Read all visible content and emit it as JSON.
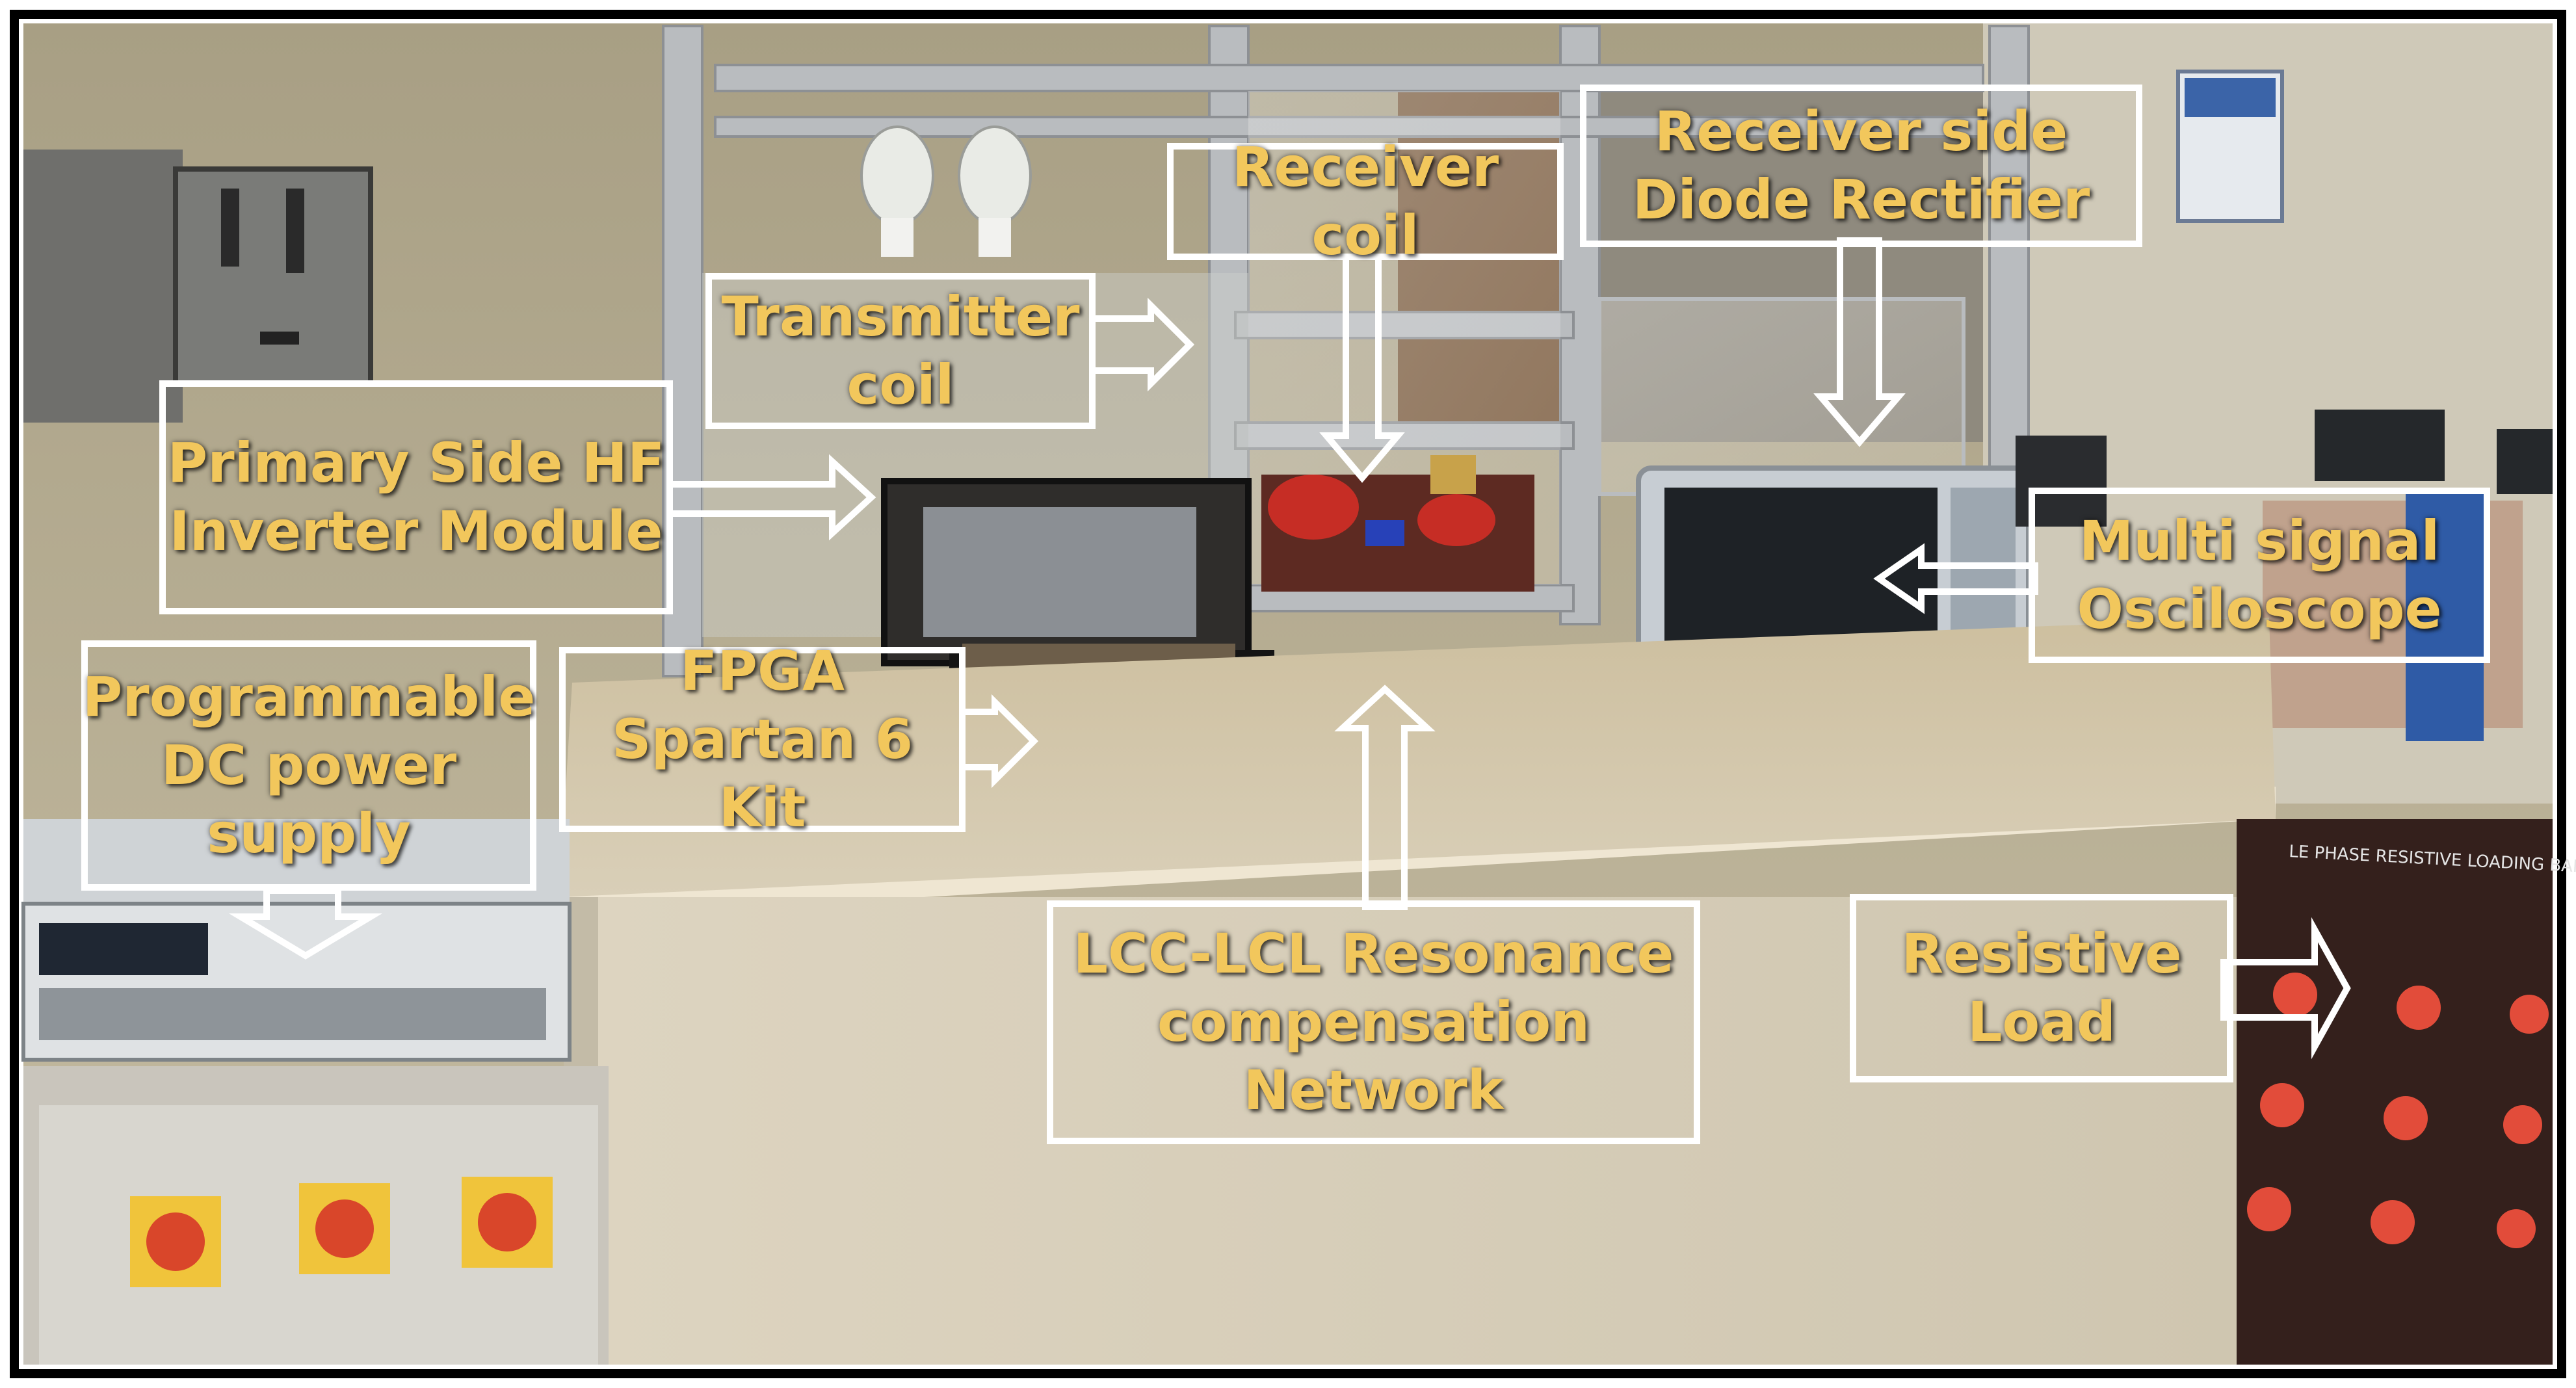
{
  "labels": {
    "transmitter_coil": "Transmitter\ncoil",
    "receiver_coil": "Receiver coil",
    "receiver_rectifier": "Receiver side\nDiode Rectifier",
    "primary_inverter": "Primary Side HF\nInverter Module",
    "multi_signal_osc": "Multi signal\nOsciloscope",
    "programmable_dc": "Programmable\nDC power\nsupply",
    "fpga_kit": "FPGA\nSpartan 6 Kit",
    "lcc_network": "LCC-LCL Resonance\ncompensation\nNetwork",
    "resistive_load": "Resistive\nLoad"
  },
  "background_text": {
    "loading_bank": "LE PHASE RESISTIVE LOADING BANK"
  },
  "colors": {
    "label_text": "#f2c75c",
    "outline": "#ffffff",
    "wall": "#b8ad8e",
    "table": "#e2d9c6",
    "frame_border": "#000000"
  }
}
